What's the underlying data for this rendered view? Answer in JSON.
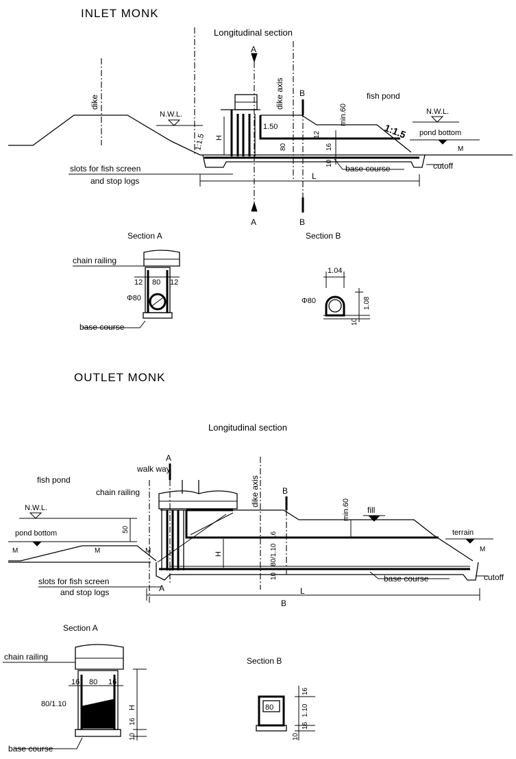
{
  "inlet": {
    "title": "INLET MONK",
    "long_title": "Longitudinal section",
    "dike": "dike",
    "dike_axis": "dike axis",
    "fish_pond": "fish pond",
    "nwl_left": "N.W.L.",
    "nwl_right": "N.W.L.",
    "pond_bottom": "pond bottom",
    "slope_left": "1:1.5",
    "slope_right": "1:1.5",
    "h": "H",
    "d150": "1.50",
    "d80": "80",
    "d12": "12",
    "d16": "16",
    "d10": "10",
    "min60": "min.60",
    "base_course": "base course",
    "cutoff": "cutoff",
    "slots1": "slots for fish screen",
    "slots2": "and stop logs",
    "l": "L",
    "a_top": "A",
    "a_bot": "A",
    "b_top": "B",
    "b_bot": "B",
    "secA": {
      "title": "Section A",
      "chain": "chain railing",
      "d12a": "12",
      "d80": "80",
      "d12b": "12",
      "phi": "Φ80",
      "base": "base course"
    },
    "secB": {
      "title": "Section B",
      "d104": "1.04",
      "phi": "Φ80",
      "d108": "1.08",
      "d10": "10"
    }
  },
  "outlet": {
    "title": "OUTLET MONK",
    "long_title": "Longitudinal section",
    "fish_pond": "fish pond",
    "walk_way": "walk way",
    "chain": "chain railing",
    "nwl": "N.W.L.",
    "d50": "50",
    "pond_bottom": "pond bottom",
    "dike_axis": "dike axis",
    "a_top": "A",
    "a_bot": "A",
    "b_top": "B",
    "b_bot": "B",
    "min60": "min.60",
    "fill": "fill",
    "terrain": "terrain",
    "h": "H",
    "d16": "16",
    "d80": "80/1.10",
    "d10": "10",
    "base_course": "base course",
    "cutoff": "cutoff",
    "slots1": "slots for fish screen",
    "slots2": "and stop logs",
    "l": "L",
    "secA": {
      "title": "Section A",
      "chain": "chain railing",
      "d16a": "16",
      "d80": "80",
      "d16b": "16",
      "d80_110": "80/1.10",
      "h": "H",
      "d16": "16",
      "d10": "10",
      "base": "base course"
    },
    "secB": {
      "title": "Section B",
      "d80": "80",
      "d16a": "16",
      "d110": "1.10",
      "d16b": "16",
      "d10": "10"
    }
  }
}
